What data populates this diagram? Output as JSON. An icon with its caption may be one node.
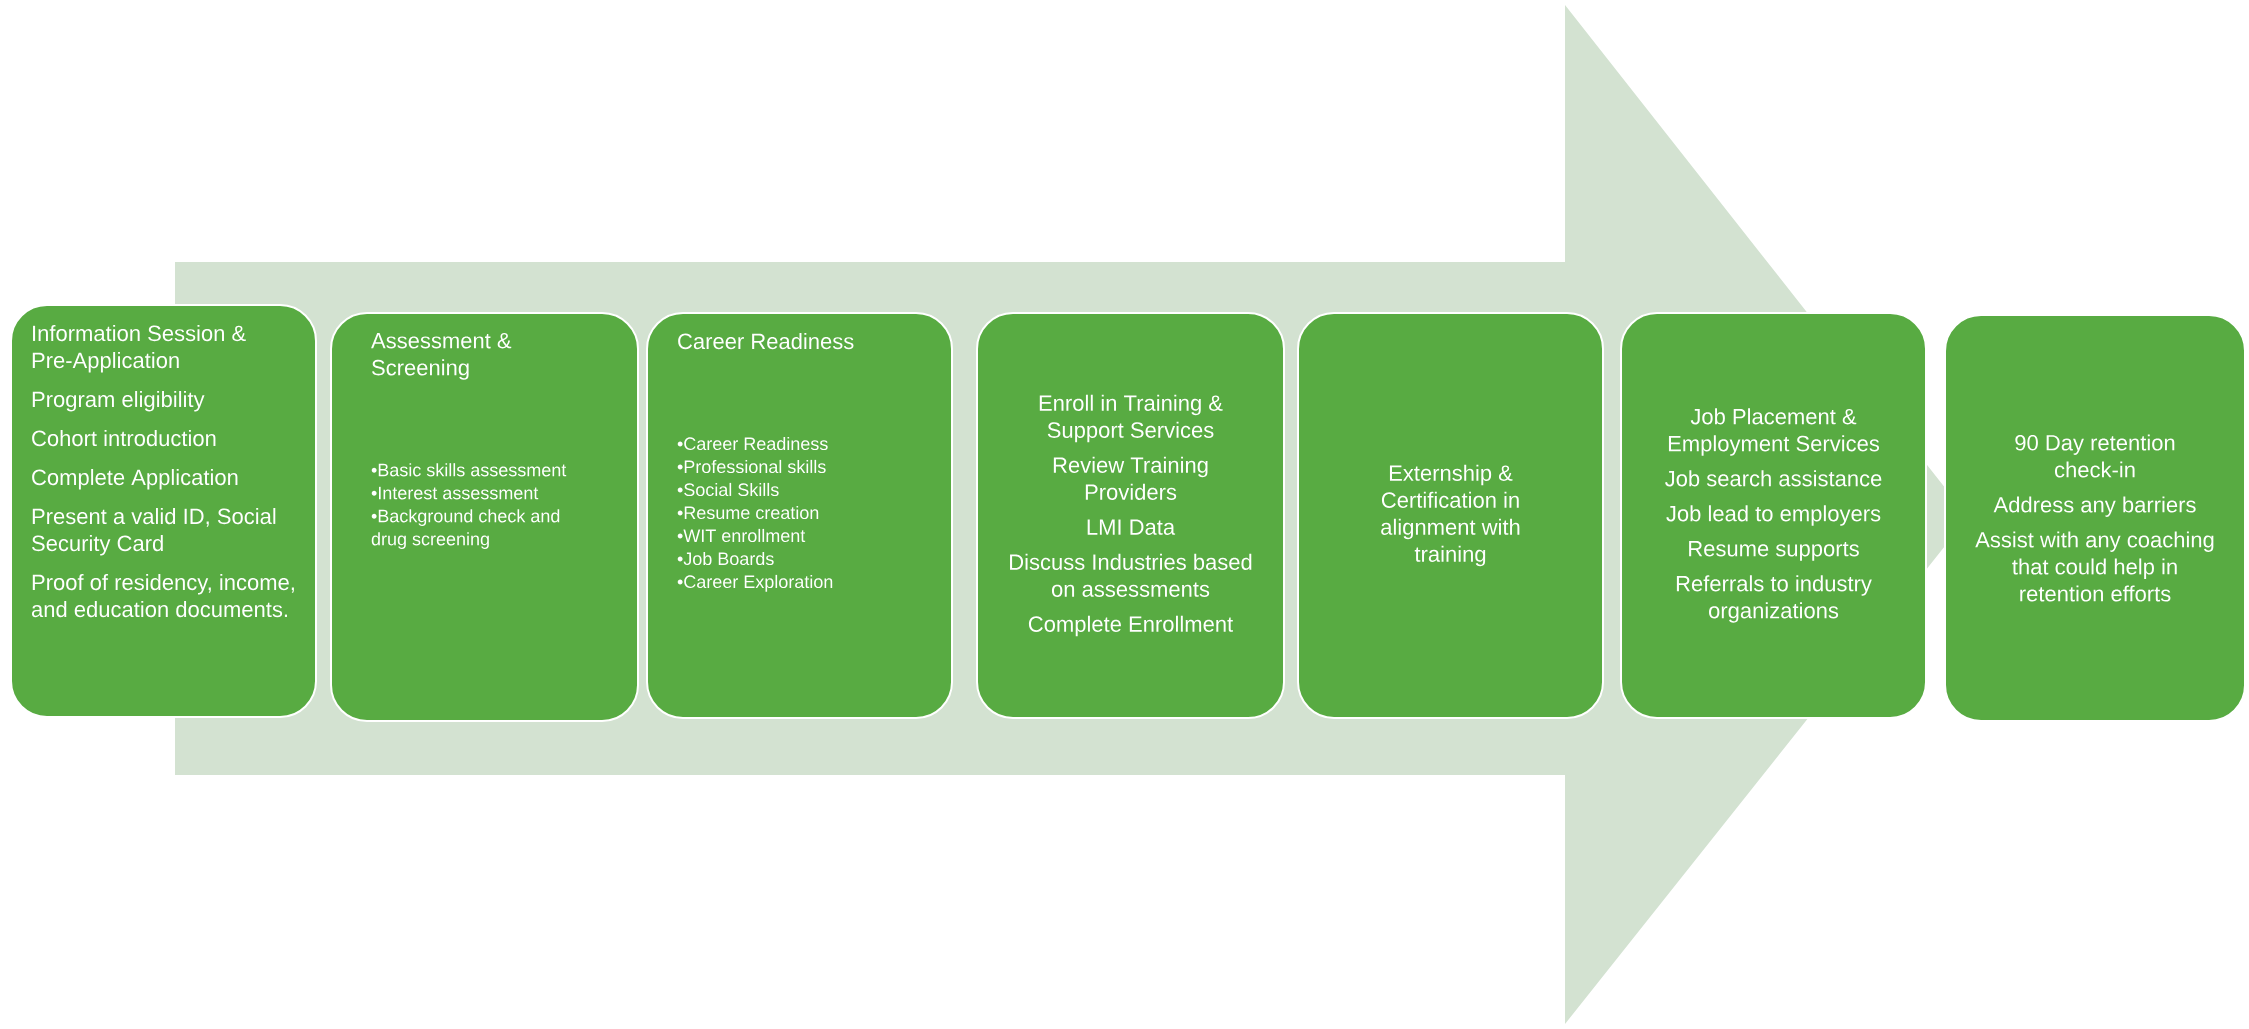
{
  "diagram": {
    "nodes": [
      {
        "text": [
          "Information Session & Pre-Application",
          "Program eligibility",
          "Cohort introduction",
          "Complete Application",
          "Present a valid ID, Social Security Card",
          "Proof of residency, income, and education documents."
        ]
      },
      {
        "text": [
          "Assessment & Screening",
          "•Basic skills assessment",
          "•Interest assessment",
          "•Background check and drug screening"
        ]
      },
      {
        "text": [
          "Career Readiness",
          "•Career Readiness",
          "•Professional skills",
          "•Social Skills",
          "•Resume creation",
          "•WIT enrollment",
          "•Job Boards",
          "•Career Exploration"
        ]
      },
      {
        "text": [
          "Enroll in Training & Support Services",
          "Review Training Providers",
          "LMI Data",
          "Discuss Industries based on assessments",
          "Complete Enrollment"
        ]
      },
      {
        "text": [
          "Externship & Certification in alignment with training"
        ]
      },
      {
        "text": [
          "Job Placement & Employment Services",
          "Job search assistance",
          "Job lead to employers",
          "Resume supports",
          "Referrals to industry organizations"
        ]
      },
      {
        "text": [
          "90 Day retention check-in",
          "Address any barriers",
          "Assist with any coaching that could help in retention efforts"
        ]
      }
    ],
    "edges": [
      {
        "from": 0,
        "to": 6,
        "arrow": "to"
      }
    ]
  }
}
